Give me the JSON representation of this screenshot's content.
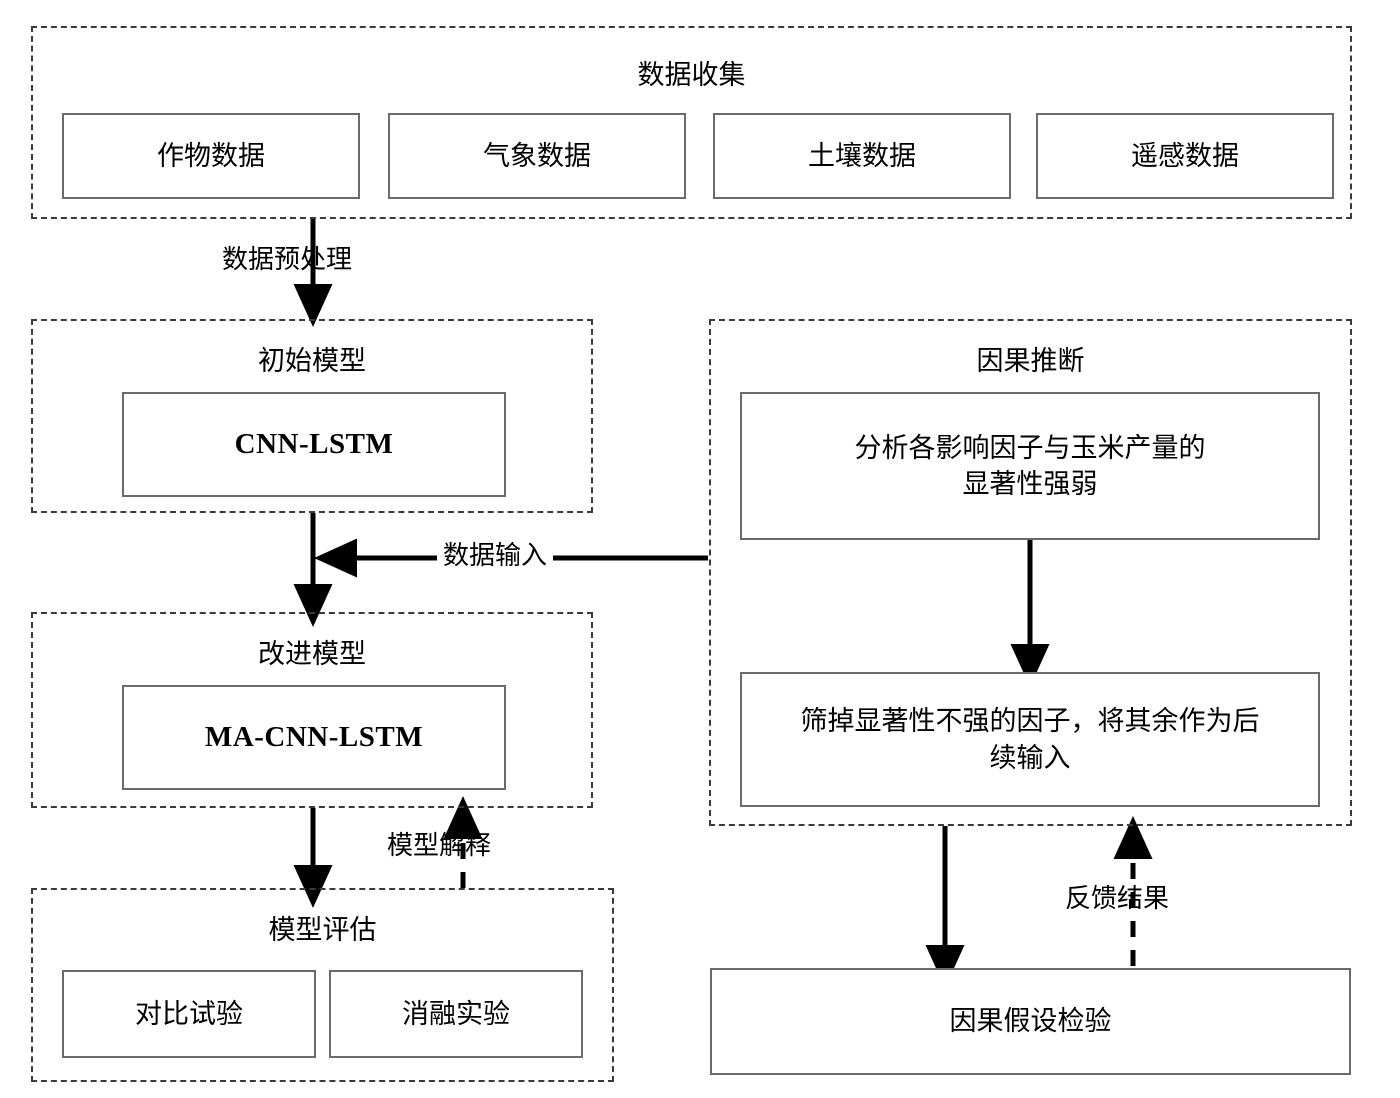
{
  "diagram": {
    "title_note": "",
    "groups": [
      {
        "id": "data-collection",
        "title": "数据收集",
        "nodes": [
          {
            "id": "crop-data",
            "label": "作物数据"
          },
          {
            "id": "weather-data",
            "label": "气象数据"
          },
          {
            "id": "soil-data",
            "label": "土壤数据"
          },
          {
            "id": "remote-sensing-data",
            "label": "遥感数据"
          }
        ]
      },
      {
        "id": "initial-model",
        "title": "初始模型",
        "nodes": [
          {
            "id": "cnn-lstm",
            "label": "CNN-LSTM"
          }
        ]
      },
      {
        "id": "improved-model",
        "title": "改进模型",
        "nodes": [
          {
            "id": "ma-cnn-lstm",
            "label": "MA-CNN-LSTM"
          }
        ]
      },
      {
        "id": "model-evaluation",
        "title": "模型评估",
        "nodes": [
          {
            "id": "comparison-experiment",
            "label": "对比试验"
          },
          {
            "id": "ablation-experiment",
            "label": "消融实验"
          }
        ]
      },
      {
        "id": "causal-inference",
        "title": "因果推断",
        "nodes": [
          {
            "id": "significance-analysis",
            "label": "分析各影响因子与玉米产量的\n显著性强弱"
          },
          {
            "id": "filter-factors",
            "label": "筛掉显著性不强的因子，将其余作为后\n续输入"
          }
        ]
      }
    ],
    "standalone_nodes": [
      {
        "id": "causal-hypothesis-test",
        "label": "因果假设检验"
      }
    ],
    "edge_labels": [
      {
        "id": "preprocess",
        "label": "数据预处理"
      },
      {
        "id": "data-input",
        "label": "数据输入"
      },
      {
        "id": "model-explanation",
        "label": "模型解释"
      },
      {
        "id": "feedback-result",
        "label": "反馈结果"
      }
    ],
    "colors": {
      "group_border": "#3a3a3a",
      "node_border": "#6b6b6b",
      "line": "#000000",
      "background": "#ffffff"
    }
  }
}
